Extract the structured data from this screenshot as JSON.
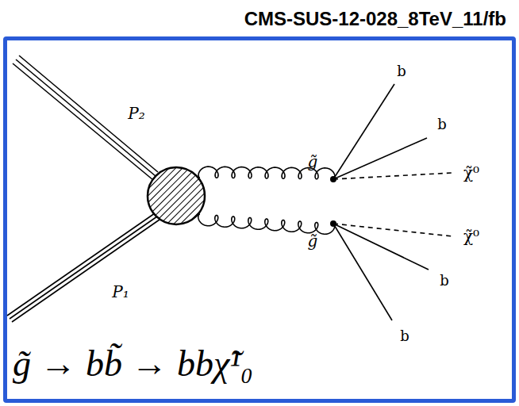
{
  "diagram": {
    "title": "CMS-SUS-12-028_8TeV_11/fb",
    "labels": [
      "P₂",
      "g̃",
      "b",
      "b",
      "χ̃⁰",
      "χ̃⁰",
      "g̃",
      "P₁",
      "b",
      "b",
      "g̃ → bb̃ → bbχ̃¹₀"
    ]
  }
}
